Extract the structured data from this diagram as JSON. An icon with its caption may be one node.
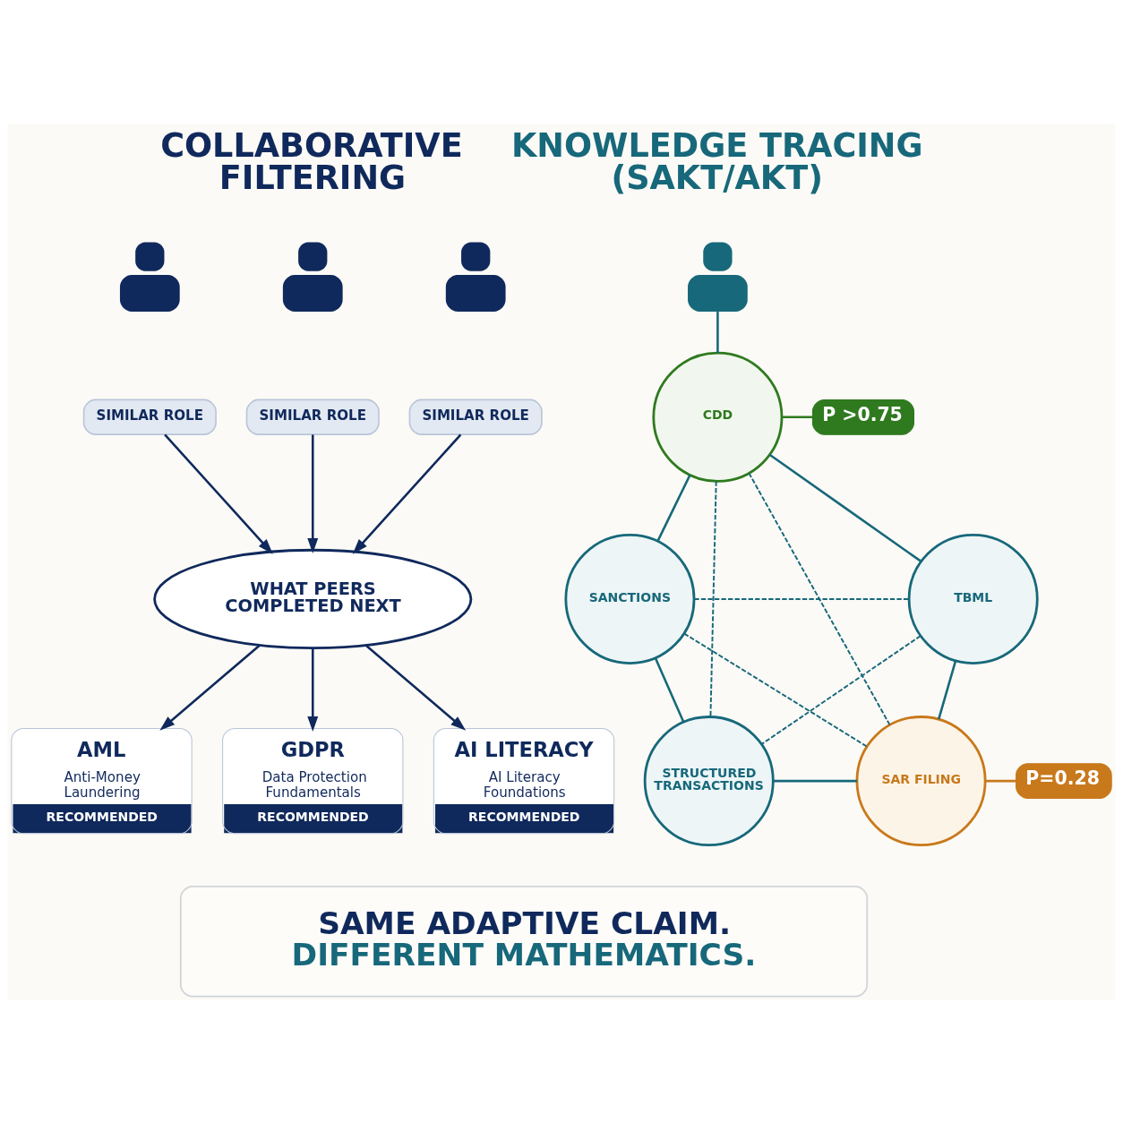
{
  "diagram": {
    "nodes": [
      {
        "text": [],
        "shape": "person"
      },
      {
        "text": [],
        "shape": "person"
      },
      {
        "text": [],
        "shape": "person"
      },
      {
        "text": [
          "SIMILAR ROLE"
        ]
      },
      {
        "text": [
          "SIMILAR ROLE"
        ]
      },
      {
        "text": [
          "SIMILAR ROLE"
        ]
      },
      {
        "text": [
          "WHAT PEERS COMPLETED NEXT"
        ]
      },
      {
        "text": [
          "AML",
          "Anti-Money Laundering",
          "RECOMMENDED"
        ]
      },
      {
        "text": [
          "GDPR",
          "Data Protection Fundamentals",
          "RECOMMENDED"
        ]
      },
      {
        "text": [
          "AI LITERACY",
          "AI Literacy Foundations",
          "RECOMMENDED"
        ]
      },
      {
        "text": [],
        "shape": "person"
      },
      {
        "text": [
          "CDD"
        ]
      },
      {
        "text": [
          "P >0.75"
        ]
      },
      {
        "text": [
          "SANCTIONS"
        ]
      },
      {
        "text": [
          "TBML"
        ]
      },
      {
        "text": [
          "STRUCTURED TRANSACTIONS"
        ]
      },
      {
        "text": [
          "SAR FILING"
        ]
      },
      {
        "text": [
          "P=0.28"
        ]
      },
      {
        "text": [
          "SAME ADAPTIVE CLAIM.",
          "DIFFERENT MATHEMATICS."
        ]
      }
    ],
    "edges": [
      {
        "from": 3,
        "to": 6,
        "arrow": "to",
        "color": "#10295c"
      },
      {
        "from": 4,
        "to": 6,
        "arrow": "to",
        "color": "#10295c"
      },
      {
        "from": 5,
        "to": 6,
        "arrow": "to",
        "color": "#10295c"
      },
      {
        "from": 6,
        "to": 7,
        "arrow": "to",
        "color": "#10295c"
      },
      {
        "from": 6,
        "to": 8,
        "arrow": "to",
        "color": "#10295c"
      },
      {
        "from": 6,
        "to": 9,
        "arrow": "to",
        "color": "#10295c"
      },
      {
        "from": 10,
        "to": 11,
        "arrow": "none"
      },
      {
        "from": 11,
        "to": 12,
        "arrow": "none",
        "color": "#2f7a1f"
      },
      {
        "from": 11,
        "to": 13,
        "arrow": "none"
      },
      {
        "from": 11,
        "to": 14,
        "arrow": "none"
      },
      {
        "from": 13,
        "to": 15,
        "arrow": "none"
      },
      {
        "from": 14,
        "to": 16,
        "arrow": "none"
      },
      {
        "from": 15,
        "to": 16,
        "arrow": "none"
      },
      {
        "from": 11,
        "to": 15,
        "arrow": "none",
        "style": "dashed"
      },
      {
        "from": 11,
        "to": 16,
        "arrow": "none",
        "style": "dashed"
      },
      {
        "from": 13,
        "to": 14,
        "arrow": "none",
        "style": "dashed"
      },
      {
        "from": 13,
        "to": 16,
        "arrow": "none",
        "style": "dashed"
      },
      {
        "from": 14,
        "to": 15,
        "arrow": "none",
        "style": "dashed"
      },
      {
        "from": 16,
        "to": 17,
        "arrow": "none",
        "color": "#c8791b"
      }
    ],
    "labels": [
      "COLLABORATIVE FILTERING",
      "KNOWLEDGE TRACING (SAKT/AKT)"
    ]
  }
}
